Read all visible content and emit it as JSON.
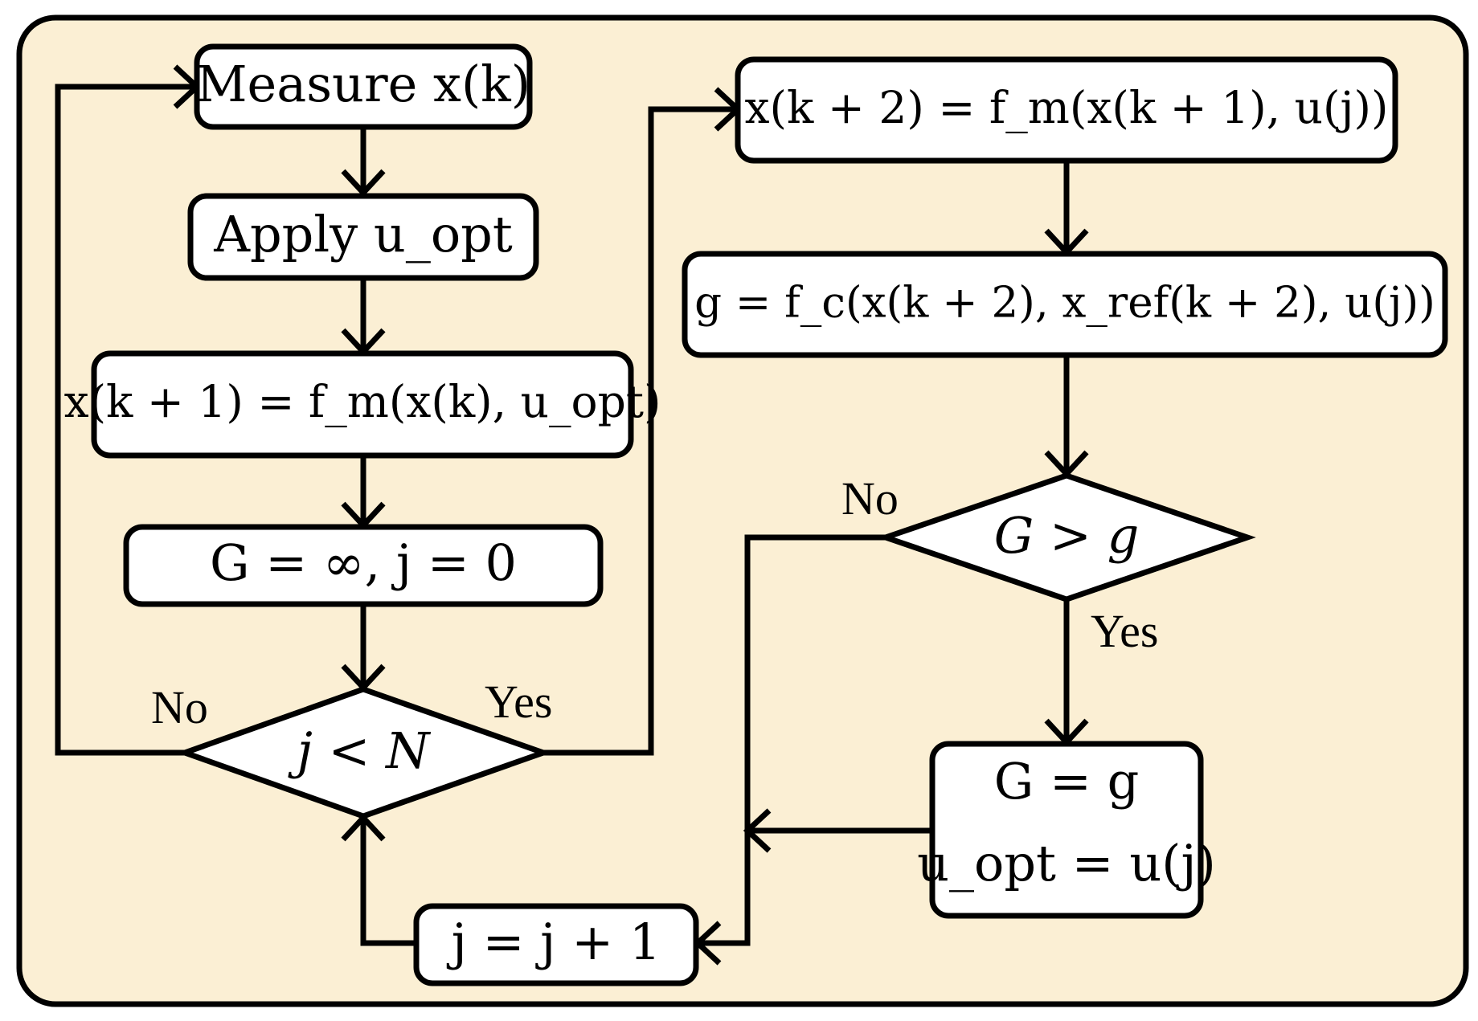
{
  "colors": {
    "panel_background": "#fbefd4",
    "box_fill": "#ffffff",
    "line": "#000000"
  },
  "left_column": {
    "measure": "Measure x(k)",
    "apply": "Apply u_opt",
    "predict": "x(k + 1) = f_m(x(k), u_opt)",
    "init": "G = ∞, j = 0",
    "decision": "j < N",
    "label_no": "No",
    "label_yes": "Yes",
    "increment": "j = j + 1"
  },
  "right_column": {
    "predict2": "x(k + 2) = f_m(x(k + 1), u(j))",
    "cost": "g = f_c(x(k + 2), x_ref(k + 2), u(j))",
    "decision": "G > g",
    "label_no": "No",
    "label_yes": "Yes",
    "update_line1": "G = g",
    "update_line2": "u_opt = u(j)"
  }
}
